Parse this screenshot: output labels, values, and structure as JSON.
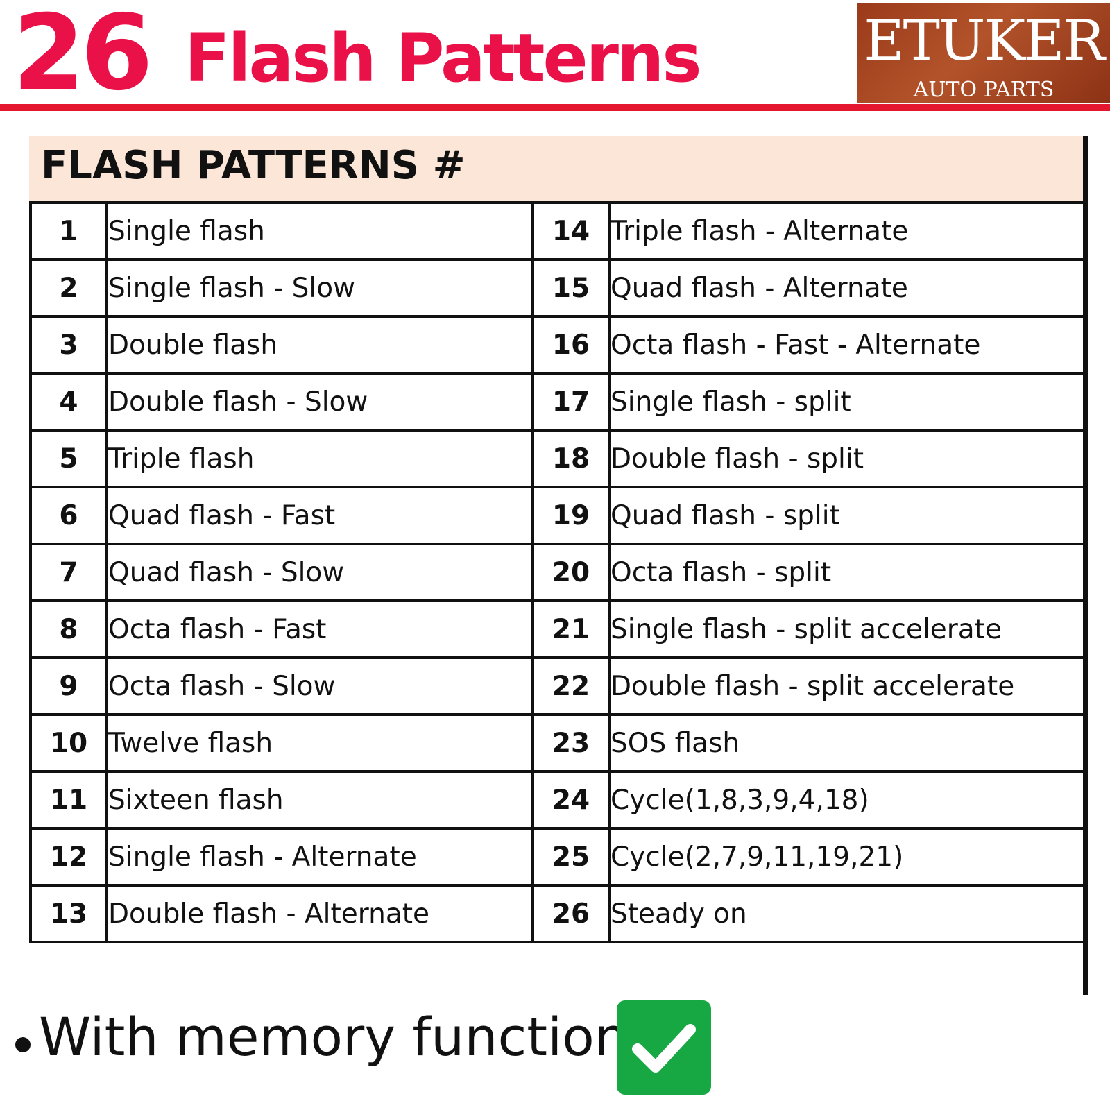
{
  "header": {
    "count": "26",
    "title": "Flash Patterns",
    "brand": "ETUKER",
    "brand_sub": "AUTO PARTS"
  },
  "section_title": "FLASH PATTERNS #",
  "patterns": [
    {
      "num": "1",
      "label": "Single flash"
    },
    {
      "num": "2",
      "label": "Single flash - Slow"
    },
    {
      "num": "3",
      "label": "Double flash"
    },
    {
      "num": "4",
      "label": "Double flash - Slow"
    },
    {
      "num": "5",
      "label": "Triple flash"
    },
    {
      "num": "6",
      "label": "Quad flash - Fast"
    },
    {
      "num": "7",
      "label": "Quad flash - Slow"
    },
    {
      "num": "8",
      "label": "Octa flash - Fast"
    },
    {
      "num": "9",
      "label": "Octa flash - Slow"
    },
    {
      "num": "10",
      "label": "Twelve flash"
    },
    {
      "num": "11",
      "label": "Sixteen flash"
    },
    {
      "num": "12",
      "label": "Single flash - Alternate"
    },
    {
      "num": "13",
      "label": "Double flash - Alternate"
    },
    {
      "num": "14",
      "label": "Triple flash - Alternate"
    },
    {
      "num": "15",
      "label": "Quad flash - Alternate"
    },
    {
      "num": "16",
      "label": "Octa flash - Fast - Alternate"
    },
    {
      "num": "17",
      "label": "Single flash - split"
    },
    {
      "num": "18",
      "label": "Double flash - split"
    },
    {
      "num": "19",
      "label": "Quad  flash - split"
    },
    {
      "num": "20",
      "label": "Octa flash - split"
    },
    {
      "num": "21",
      "label": "Single flash - split accelerate"
    },
    {
      "num": "22",
      "label": "Double flash - split accelerate"
    },
    {
      "num": "23",
      "label": "SOS flash"
    },
    {
      "num": "24",
      "label": "Cycle(1,8,3,9,4,18)"
    },
    {
      "num": "25",
      "label": "Cycle(2,7,9,11,19,21)"
    },
    {
      "num": "26",
      "label": "Steady on"
    }
  ],
  "feature": {
    "text": "With memory function",
    "icon": "checkmark-icon",
    "icon_color": "#17a844"
  },
  "colors": {
    "accent_red": "#ea1149",
    "rule_red": "#e4172f",
    "logo_brown": "#a4461f",
    "section_bg": "#fbe6d7"
  }
}
